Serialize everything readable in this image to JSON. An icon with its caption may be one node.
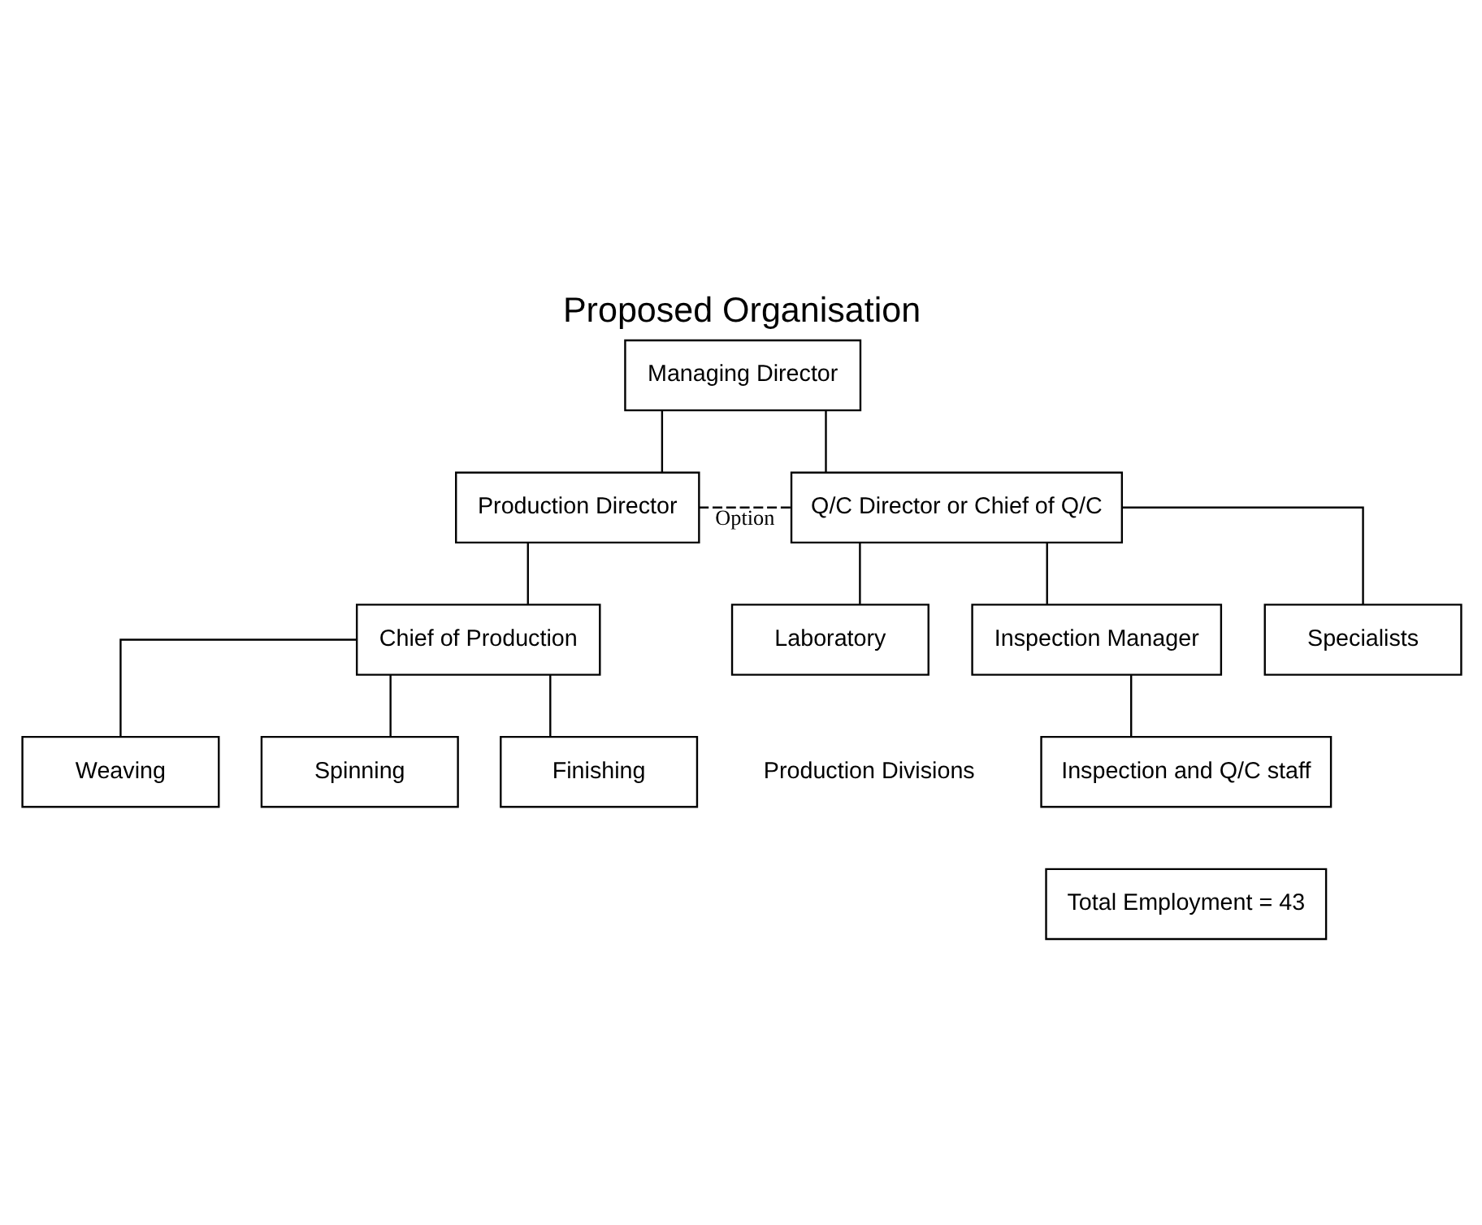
{
  "diagram": {
    "title": "Proposed Organisation",
    "nodes": [
      {
        "text": [
          "Managing Director"
        ]
      },
      {
        "text": [
          "Production Director"
        ]
      },
      {
        "text": [
          "Q/C Director or Chief of Q/C"
        ]
      },
      {
        "text": [
          "Chief of Production"
        ]
      },
      {
        "text": [
          "Specialists"
        ]
      },
      {
        "text": [
          "Laboratory"
        ]
      },
      {
        "text": [
          "Spinning"
        ]
      },
      {
        "text": [
          "Weaving"
        ]
      },
      {
        "text": [
          "Finishing"
        ]
      },
      {
        "text": [
          "Inspection Manager"
        ]
      },
      {
        "text": [
          "Inspection and Q/C staff"
        ]
      },
      {
        "text": [
          "Total Employment = 43"
        ]
      }
    ],
    "edges": [
      {
        "from": 0,
        "to": 1,
        "arrow": "none"
      },
      {
        "from": 0,
        "to": 2,
        "arrow": "none"
      },
      {
        "from": 1,
        "to": 2,
        "arrow": "none",
        "label": "Option",
        "style": "dashed"
      },
      {
        "from": 1,
        "to": 3,
        "arrow": "none"
      },
      {
        "from": 2,
        "to": 4,
        "arrow": "none"
      },
      {
        "from": 2,
        "to": 5,
        "arrow": "none"
      },
      {
        "from": 3,
        "to": 6,
        "arrow": "none"
      },
      {
        "from": 3,
        "to": 7,
        "arrow": "none"
      },
      {
        "from": 3,
        "to": 8,
        "arrow": "none"
      },
      {
        "from": 2,
        "to": 9,
        "arrow": "none"
      },
      {
        "from": 9,
        "to": 10,
        "arrow": "none"
      }
    ],
    "labels": [
      "Production Divisions"
    ]
  }
}
